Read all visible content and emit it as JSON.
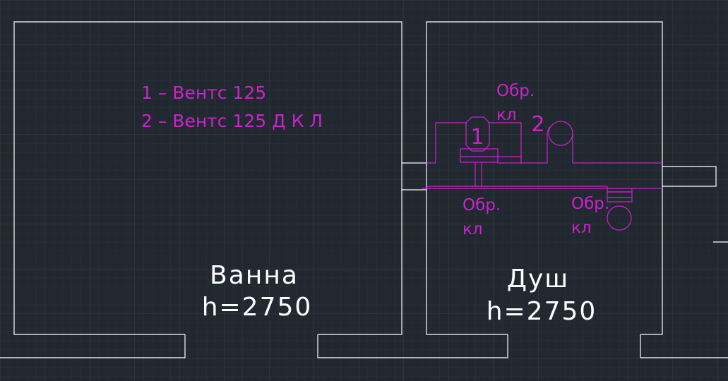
{
  "colors": {
    "background": "#212830",
    "grid_minor": "#2a323c",
    "grid_major": "#323b46",
    "walls": "#ffffff",
    "ventilation": "#cc22cc"
  },
  "legend": {
    "line1": "1 – Вентс 125",
    "line2": "2 – Вентс 125 Д К Л"
  },
  "rooms": {
    "bath": {
      "name": "Ванна",
      "height": "h=2750"
    },
    "shower": {
      "name": "Душ",
      "height": "h=2750"
    }
  },
  "markers": {
    "fan1": "1",
    "fan2": "2"
  },
  "valves": [
    {
      "line1": "Обр.",
      "line2": "кл"
    },
    {
      "line1": "Обр.",
      "line2": "кл"
    },
    {
      "line1": "Обр.",
      "line2": "кл"
    }
  ]
}
